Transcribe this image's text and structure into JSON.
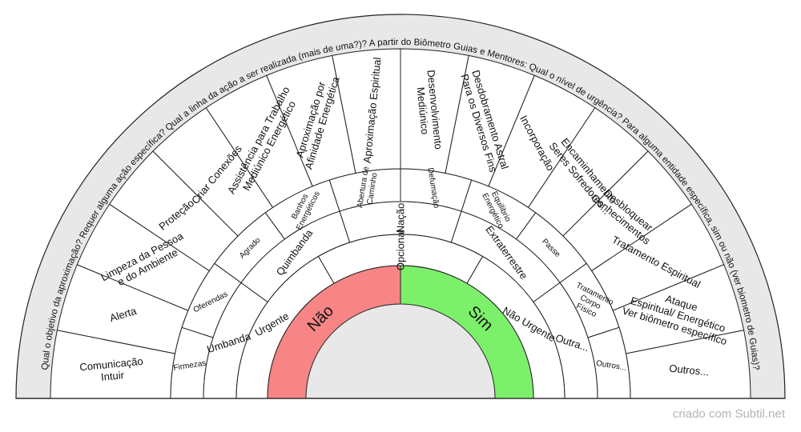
{
  "chart": {
    "outer_questions": [
      "Qual o objetivo da aproximação?",
      "Requer alguma ação específica?",
      "Qual a linha da ação a ser realizada (mais de uma?)?",
      "A partir do Biômetro Guias e Mentores:",
      "Qual o nível de urgência?",
      "Para alguma entidade específica, sim ou não (ver biometro de Guias)?"
    ],
    "ring1": [
      "Comunicação\nIntuir",
      "Alerta",
      "Limpeza da Pessoa\ne do Ambiente",
      "Proteção",
      "Criar Conexões",
      "Assistência para Trabalho\nMediúnico Energético",
      "Aproximação por\nAfinidade Energética",
      "Aproximação Espiritual",
      "Desenvolvimento\nMediúnico",
      "Desdobramento Astral\nPara os Diversos Fins",
      "Incorporação",
      "Encaminhamento\nSeres Sofredores...",
      "Desbloquear\nConhecimentos",
      "Tratamento Espiritual",
      "Ataque\nEspiritual/ Energético\nVer biômetro específico",
      "Outros..."
    ],
    "ring2": [
      "Firmezas",
      "Oferendas",
      "Agrado",
      "Banhos\nEnergéticos",
      "Abertura de\nCaminho",
      "Defumação",
      "Equilibrio\nEnergético",
      "Passe",
      "Tratamento\nCorpo\nFísico",
      "Outros..."
    ],
    "ring3": [
      "Umbanda",
      "Quimbanda",
      "Nação",
      "Extraterrestre",
      "Outra..."
    ],
    "ring4": [
      "Urgente",
      "Opcional",
      "Não Urgente"
    ],
    "core": [
      "Não",
      "Sim"
    ],
    "colors": {
      "nao": "#f78585",
      "sim": "#7df06b",
      "band": "#e8e8e8",
      "stroke": "#222222"
    }
  },
  "footer": {
    "credit": "criado com Subtil.net"
  }
}
